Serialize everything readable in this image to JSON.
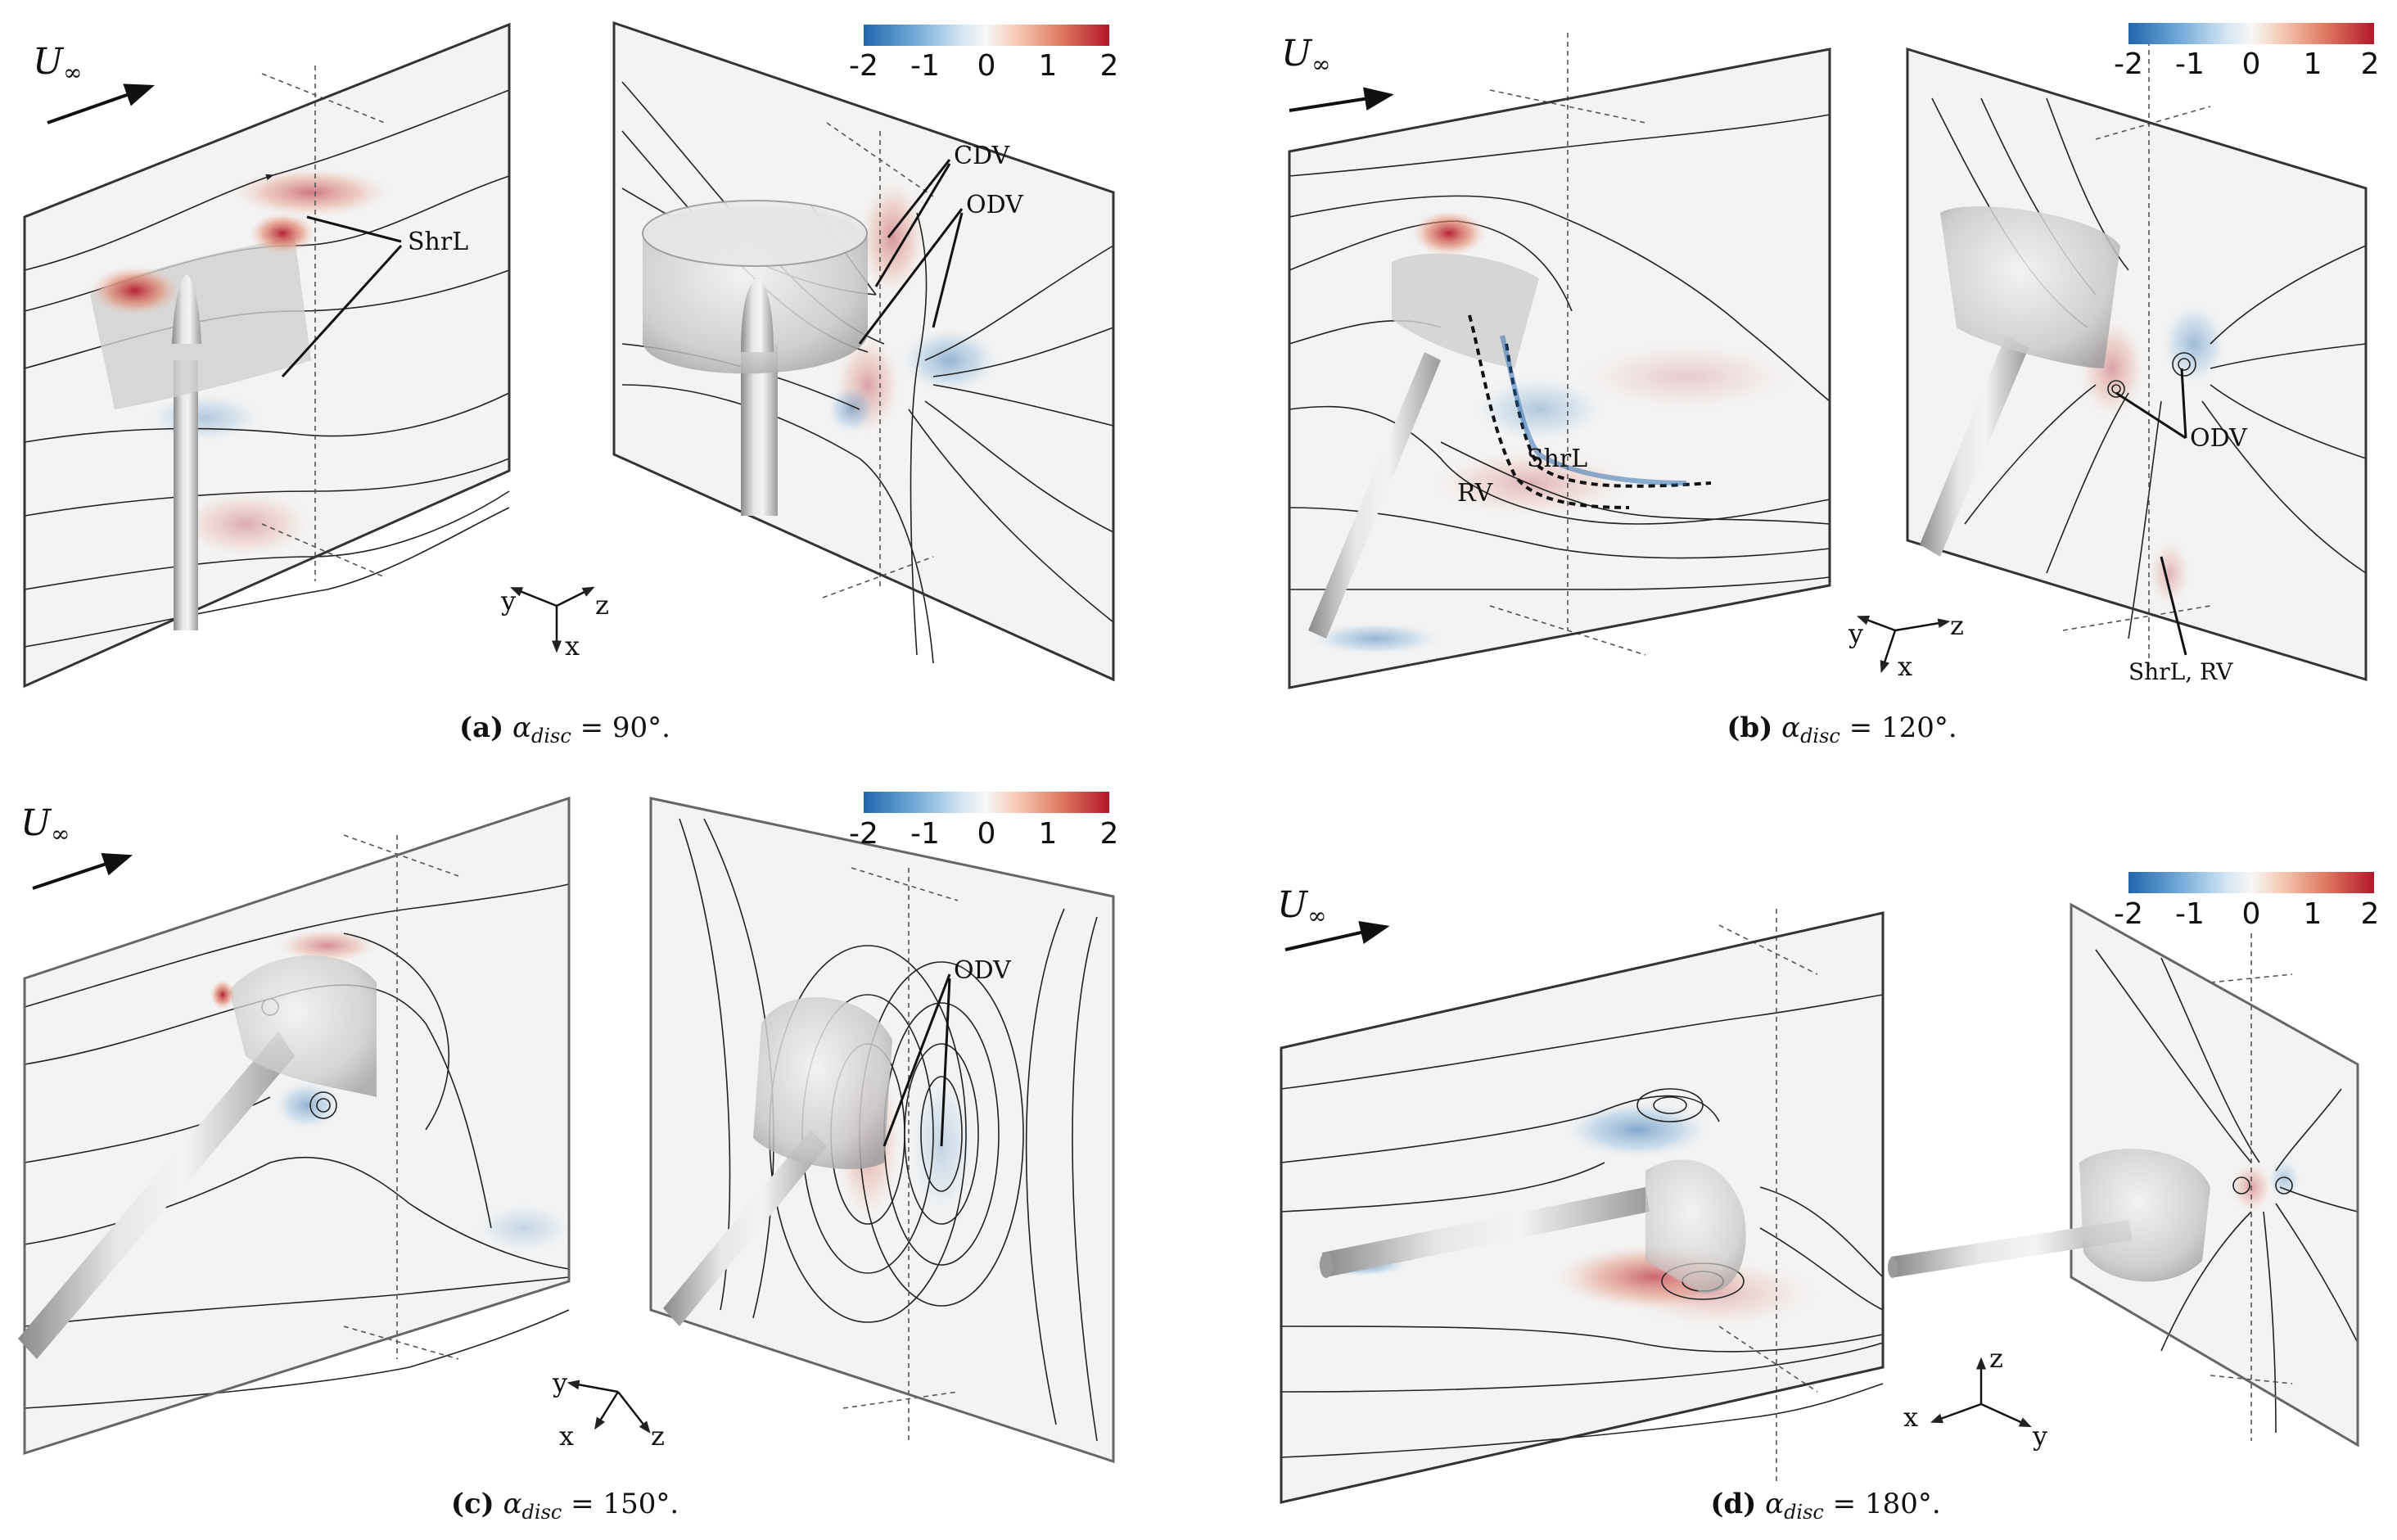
{
  "colorbar": {
    "ticks": [
      "-2",
      "-1",
      "0",
      "1",
      "2"
    ],
    "colors": [
      "#2b6cb0",
      "#6aa3d6",
      "#c9def0",
      "#f5f5f5",
      "#f4c6b4",
      "#e2846a",
      "#b2182b"
    ]
  },
  "inflow_label": "U",
  "inflow_sub": "∞",
  "axes_labels": {
    "x": "x",
    "y": "y",
    "z": "z"
  },
  "panels": [
    {
      "id": "a",
      "caption_tag": "(a)",
      "caption_alpha": "α",
      "caption_sub": "disc",
      "caption_value": " = 90°.",
      "labels": [
        "ShrL",
        "CDV",
        "ODV"
      ]
    },
    {
      "id": "b",
      "caption_tag": "(b)",
      "caption_alpha": "α",
      "caption_sub": "disc",
      "caption_value": " = 120°.",
      "labels": [
        "ShrL",
        "RV",
        "ODV",
        "ShrL, RV"
      ]
    },
    {
      "id": "c",
      "caption_tag": "(c)",
      "caption_alpha": "α",
      "caption_sub": "disc",
      "caption_value": " = 150°.",
      "labels": [
        "ODV"
      ]
    },
    {
      "id": "d",
      "caption_tag": "(d)",
      "caption_alpha": "α",
      "caption_sub": "disc",
      "caption_value": " = 180°.",
      "labels": []
    }
  ]
}
